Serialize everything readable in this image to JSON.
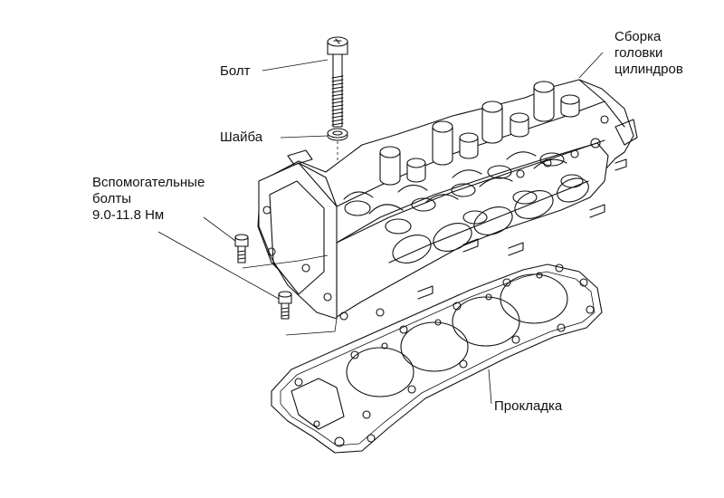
{
  "labels": {
    "bolt": "Болт",
    "washer": "Шайба",
    "aux_bolts": [
      "Вспомогательные",
      "болты",
      "9.0-11.8 Нм"
    ],
    "head_assembly": [
      "Сборка",
      "головки",
      "цилиндров"
    ],
    "gasket": "Прокладка"
  },
  "colors": {
    "ink": "#111111",
    "background": "#ffffff"
  }
}
